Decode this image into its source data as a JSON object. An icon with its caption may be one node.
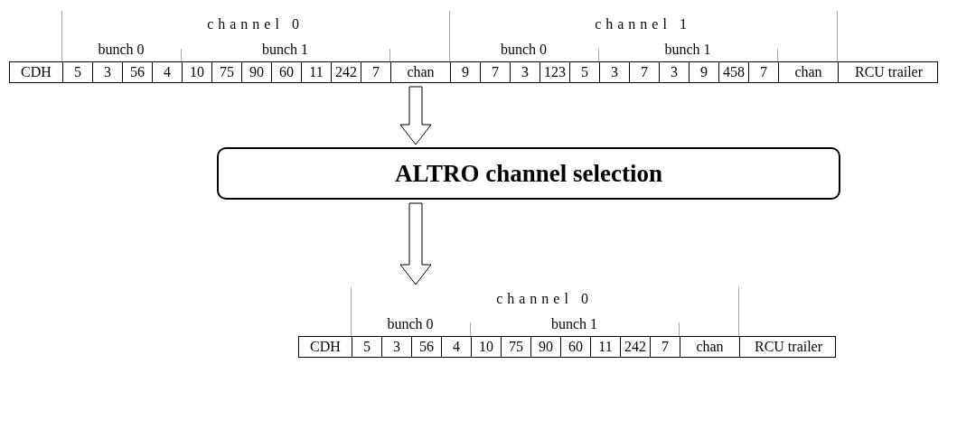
{
  "diagram": {
    "nodes": [
      {
        "text": [
          "channel 0",
          "channel 1",
          "bunch 0",
          "bunch 1",
          "bunch 0",
          "bunch 1"
        ]
      },
      {
        "text": [
          "ALTRO channel selection"
        ]
      },
      {
        "text": [
          "channel 0",
          "bunch 0",
          "bunch 1"
        ]
      }
    ],
    "edges": [
      {
        "from": 0,
        "to": 1,
        "arrow": "to"
      },
      {
        "from": 1,
        "to": 2,
        "arrow": "to"
      }
    ],
    "labels": [
      "CDH",
      "5",
      "3",
      "56",
      "4",
      "10",
      "75",
      "90",
      "60",
      "11",
      "242",
      "7",
      "chan",
      "9",
      "7",
      "3",
      "123",
      "5",
      "3",
      "7",
      "3",
      "9",
      "458",
      "7",
      "chan",
      "RCU trailer",
      "CDH",
      "5",
      "3",
      "56",
      "4",
      "10",
      "75",
      "90",
      "60",
      "11",
      "242",
      "7",
      "chan",
      "RCU trailer"
    ]
  }
}
